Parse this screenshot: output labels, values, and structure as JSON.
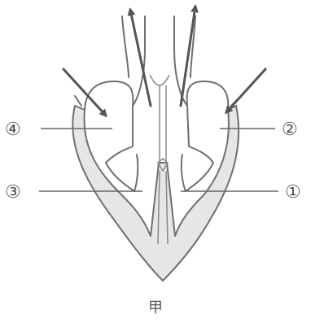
{
  "labels": {
    "l1": "①",
    "l2": "②",
    "l3": "③",
    "l4": "④"
  },
  "caption": "甲",
  "colors": {
    "stroke": "#6f6f6f",
    "arrow": "#555555",
    "fill": "#e6e6e6"
  }
}
